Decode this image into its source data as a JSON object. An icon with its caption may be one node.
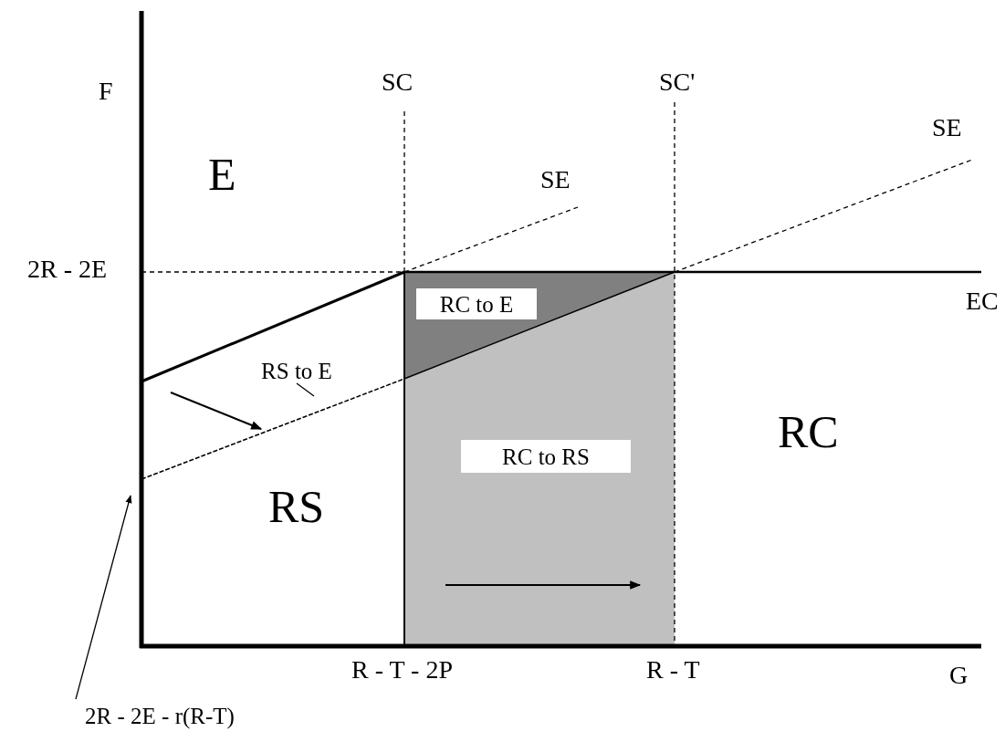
{
  "diagram": {
    "nodes": [
      {
        "text": [
          "RS to E"
        ]
      },
      {
        "text": [
          "RC to E"
        ]
      },
      {
        "text": [
          "RC to RS"
        ]
      },
      {
        "text": [
          "2R - 2E - r(R-T)"
        ]
      }
    ],
    "edges": [
      {
        "from": 0,
        "to": null,
        "arrow": "none"
      },
      {
        "from": 3,
        "to": null,
        "arrow": "to"
      }
    ],
    "labels": [
      "F",
      "SC",
      "SC'",
      "SE",
      "E",
      "SE",
      "2R - 2E",
      "EC",
      "RC",
      "RS",
      "R - T - 2P",
      "R - T",
      "G"
    ]
  }
}
